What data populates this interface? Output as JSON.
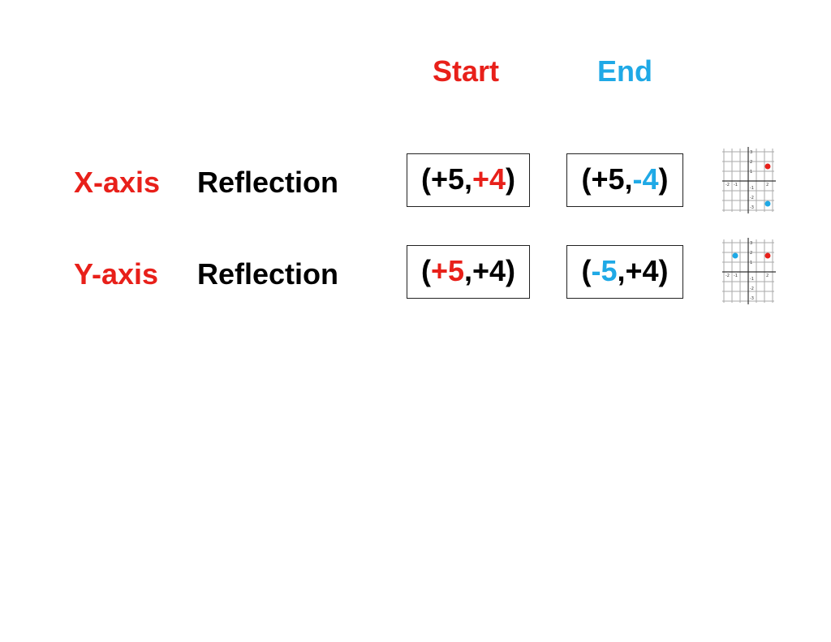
{
  "colors": {
    "red": "#e8201a",
    "blue": "#1fa9e6",
    "text": "#000000",
    "grid": "#9a9a9a"
  },
  "headers": {
    "start": "Start",
    "end": "End"
  },
  "rows": [
    {
      "axis": "X-axis",
      "type": "Reflection",
      "start": {
        "open": "(",
        "a": "+5",
        "sep": ",",
        "b": "+4",
        "close": ")"
      },
      "end": {
        "open": "(",
        "a": "+5",
        "sep": ",",
        "b": "-4",
        "close": ")"
      },
      "icon": "grid-x-reflection-icon"
    },
    {
      "axis": "Y-axis",
      "type": "Reflection",
      "start": {
        "open": "(",
        "a": "+5",
        "sep": ",",
        "b": "+4",
        "close": ")"
      },
      "end": {
        "open": "(",
        "a": "-5",
        "sep": ",",
        "b": "+4",
        "close": ")"
      },
      "icon": "grid-y-reflection-icon"
    }
  ],
  "grid_ticks": {
    "x": [
      "-2",
      "-1",
      "2"
    ],
    "y": [
      "3",
      "2",
      "1",
      "-1",
      "-2",
      "-3"
    ]
  }
}
